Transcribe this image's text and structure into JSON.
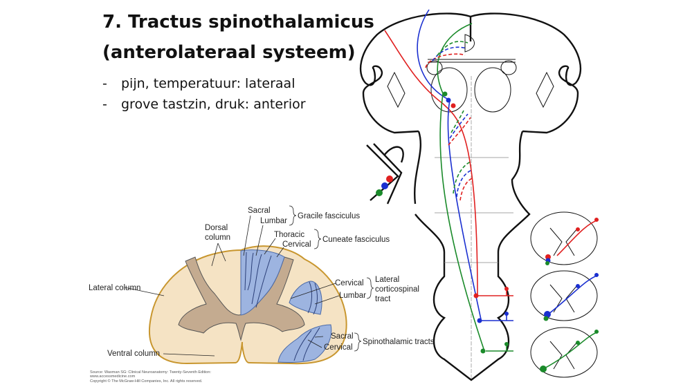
{
  "slide": {
    "title_line1": "7. Tractus spinothalamicus",
    "title_line2": "(anterolateraal systeem)",
    "bullets": [
      {
        "marker": "-",
        "text": "pijn, temperatuur: lateraal"
      },
      {
        "marker": "-",
        "text": "grove tastzin, druk: anterior"
      }
    ]
  },
  "cross_section": {
    "labels": {
      "dorsal_column": [
        "Dorsal",
        "column"
      ],
      "lateral_column": "Lateral column",
      "ventral_column": "Ventral column",
      "sacral_top": "Sacral",
      "lumbar_top": "Lumbar",
      "gracile": "Gracile fasciculus",
      "thoracic": "Thoracic",
      "cervical_top": "Cervical",
      "cuneate": "Cuneate fasciculus",
      "cervical_cst": "Cervical",
      "lumbar_cst": "Lumbar",
      "lateral_cst": [
        "Lateral",
        "corticospinal",
        "tract"
      ],
      "sacral_stt": "Sacral",
      "cervical_stt": "Cervical",
      "spinothalamic": "Spinothalamic tracts"
    },
    "source": [
      "Source: Waxman SG: Clinical Neuroanatomy: Twenty-Seventh Edition:",
      "www.accessmedicine.com",
      "Copyright © The McGraw-Hill Companies, Inc. All rights reserved."
    ],
    "colors": {
      "white_matter": "#f5e3c4",
      "gray_matter": "#c4ab90",
      "tract": "#9db4e0",
      "outline": "#c8962e"
    }
  },
  "pathway_diagram": {
    "pathway_colors": {
      "sacral": "#e02020",
      "thoracic": "#1a2fd0",
      "cervical": "#1a8a2a"
    }
  }
}
